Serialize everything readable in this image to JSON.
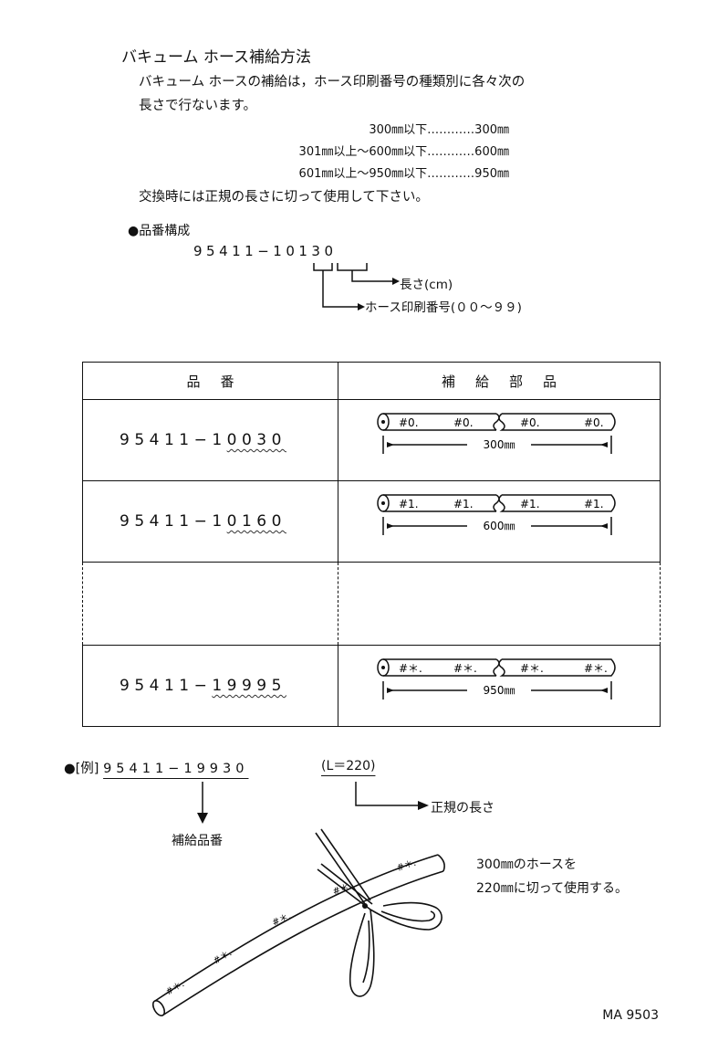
{
  "title": "バキューム ホース補給方法",
  "intro": {
    "line1": "バキューム ホースの補給は，ホース印刷番号の種類別に各々次の",
    "line2": "長さで行ないます。",
    "rules": [
      "300㎜以下…………300㎜",
      "301㎜以上～600㎜以下…………600㎜",
      "601㎜以上～950㎜以下…………950㎜"
    ],
    "cut_note": "交換時には正規の長さに切って使用して下さい。"
  },
  "part_composition": {
    "heading": "●品番構成",
    "code": "95411−10130",
    "label_length": "長さ(cm)",
    "label_print": "ホース印刷番号(００～９９)"
  },
  "table": {
    "col_part_number": "品番",
    "col_supply_part": "補給部品",
    "rows": [
      {
        "pn_prefix": "95411−1",
        "pn_wavy": "0030",
        "mark": "#0.",
        "length": "300㎜"
      },
      {
        "pn_prefix": "95411−1",
        "pn_wavy": "0160",
        "mark": "#1.",
        "length": "600㎜"
      },
      {
        "pn_prefix": "95411−",
        "pn_wavy": "19995",
        "mark": "#＊.",
        "length": "950㎜"
      }
    ]
  },
  "example": {
    "label": "●[例]",
    "code": "95411−19930",
    "length_note": "(L＝220)",
    "regular_length": "正規の長さ",
    "supply_pn": "補給品番",
    "note_line1": "300㎜のホースを",
    "note_line2": "220㎜に切って使用する。",
    "hose_mark": "#＊."
  },
  "doc_code": "MA 9503"
}
